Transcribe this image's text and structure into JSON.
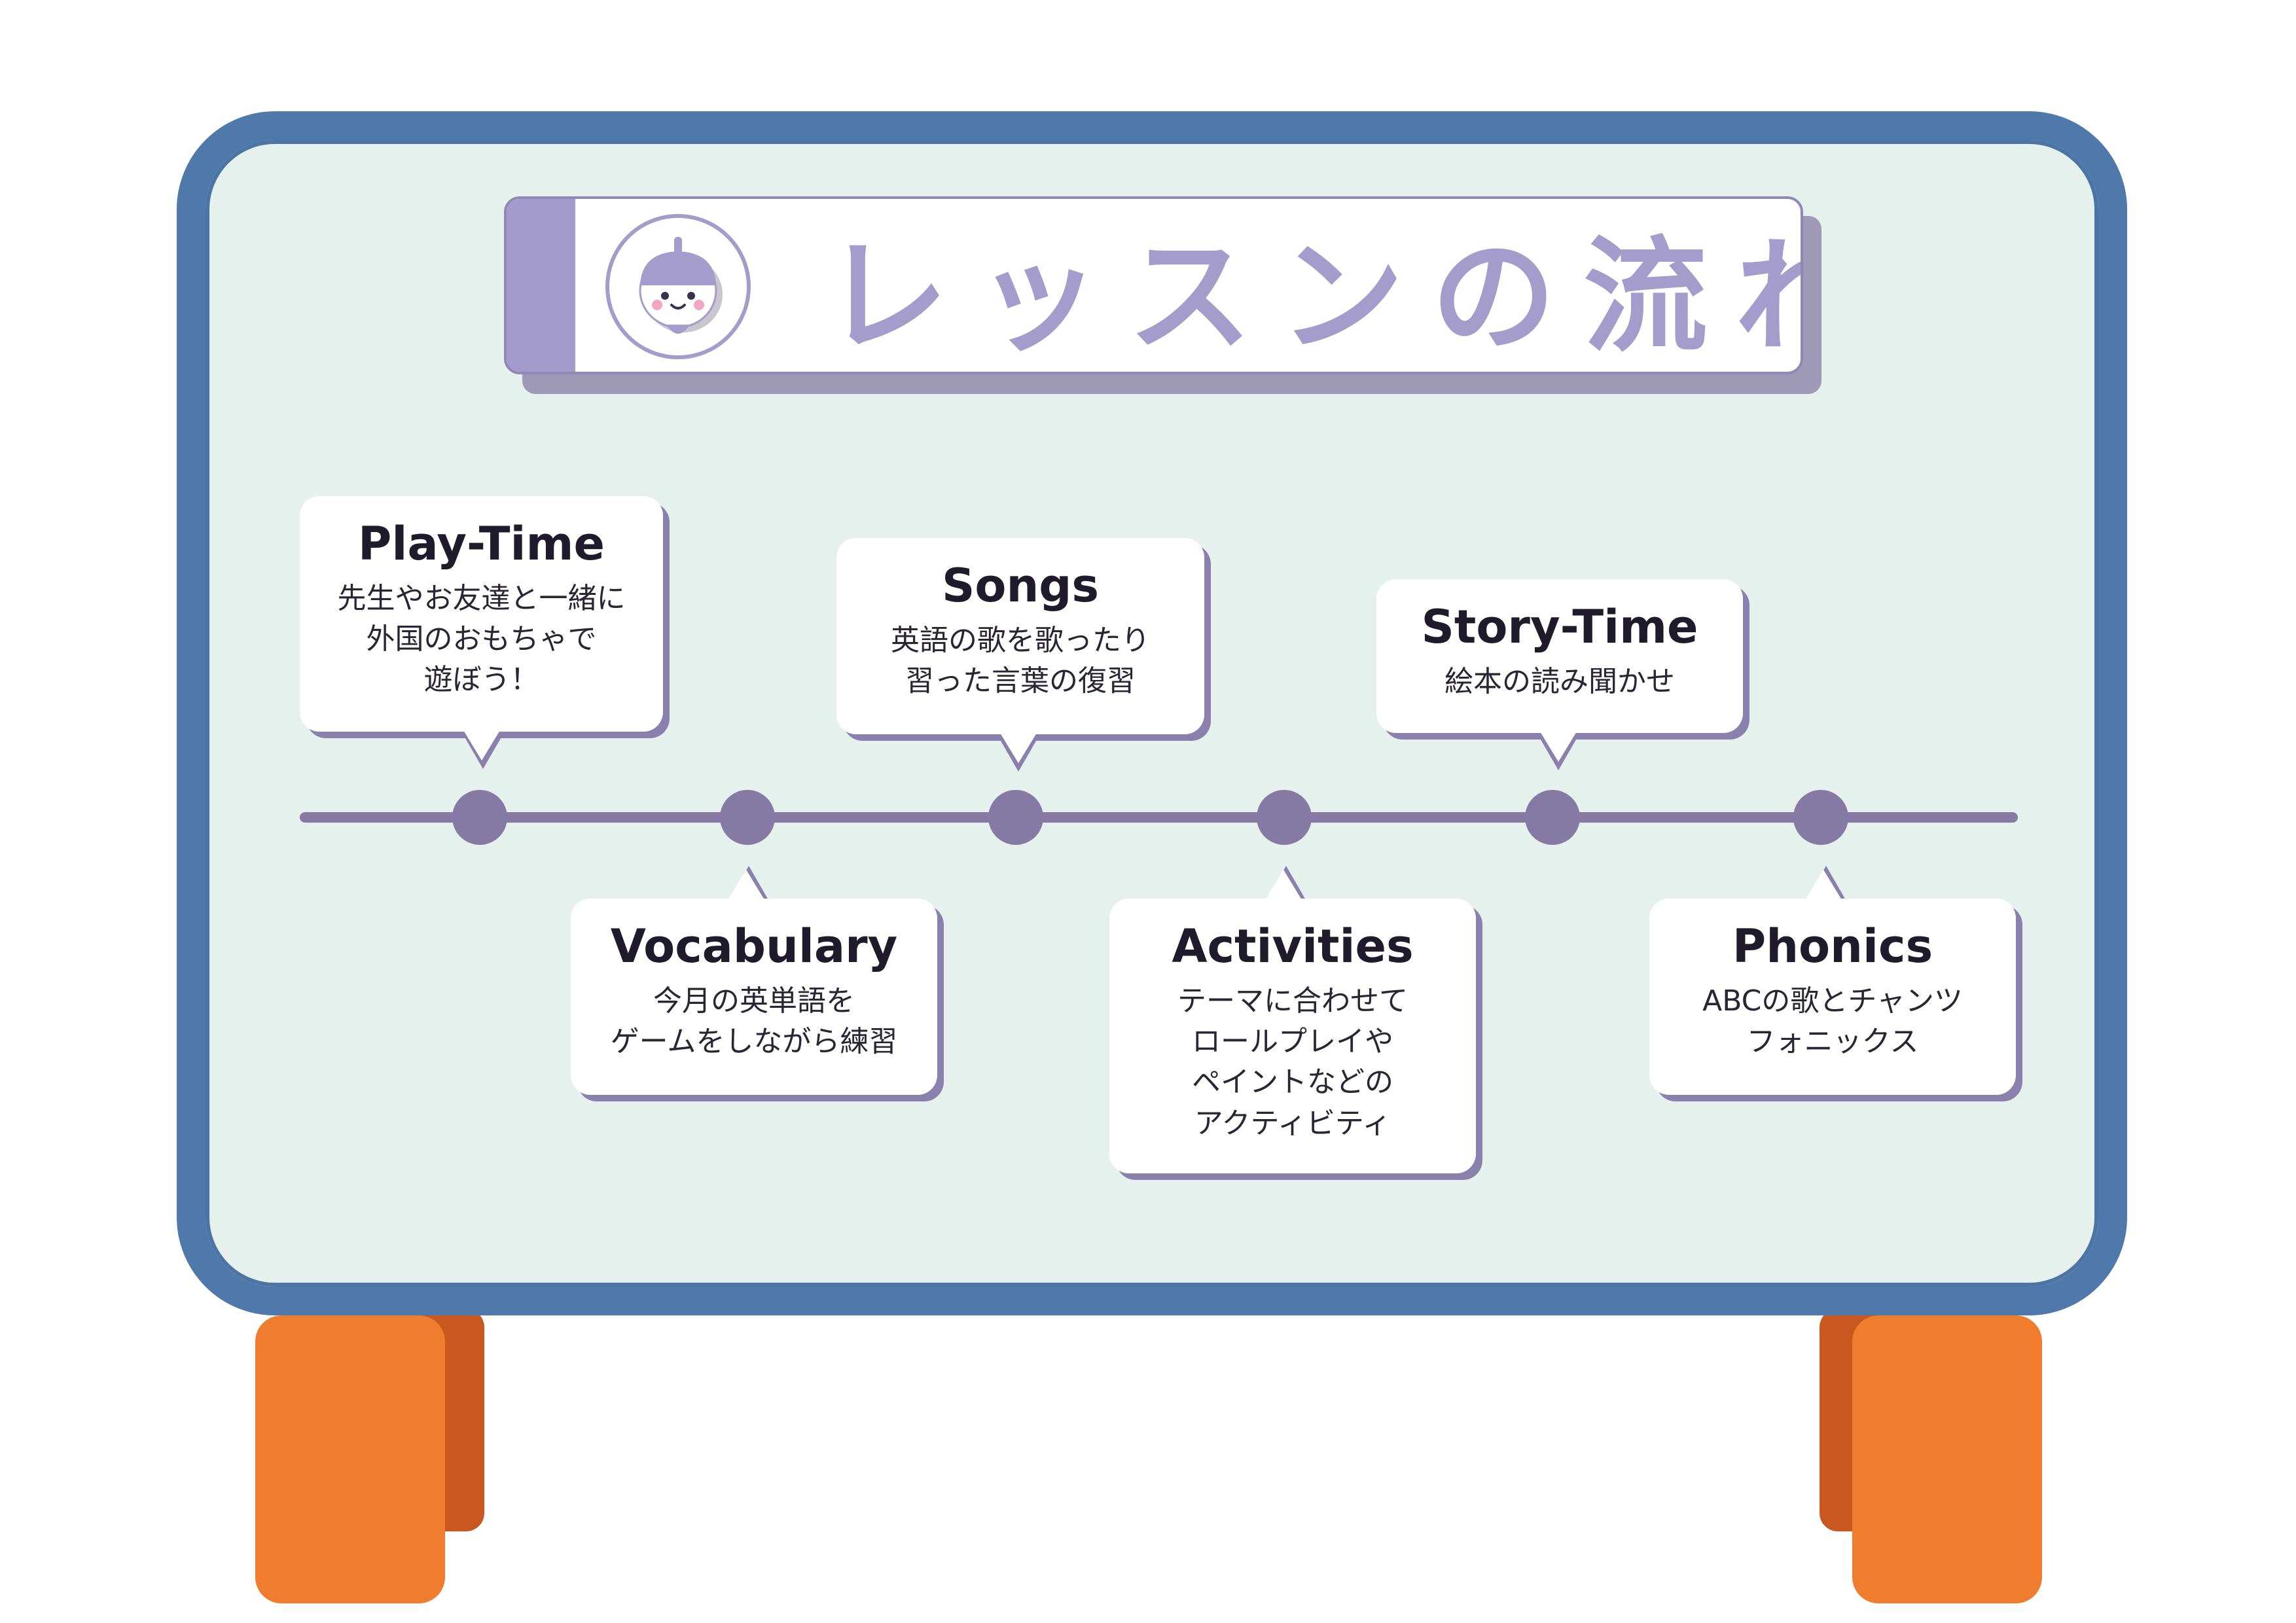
{
  "title": "レッスンの流れ",
  "mascot_icon": "acorn-character-icon",
  "colors": {
    "board_border": "#5079ab",
    "board_fill": "#e6f1ee",
    "accent_purple": "#a49ccb",
    "timeline": "#847aa4",
    "legs": "#ef7d2d"
  },
  "steps_top": [
    {
      "title": "Play-Time",
      "description": "先生やお友達と一緒に\n外国のおもちゃで\n遊ぼう！"
    },
    {
      "title": "Songs",
      "description": "英語の歌を歌ったり\n習った言葉の復習"
    },
    {
      "title": "Story-Time",
      "description": "絵本の読み聞かせ"
    }
  ],
  "steps_bottom": [
    {
      "title": "Vocabulary",
      "description": "今月の英単語を\nゲームをしながら練習"
    },
    {
      "title": "Activities",
      "description": "テーマに合わせて\nロールプレイや\nペイントなどの\nアクティビティ"
    },
    {
      "title": "Phonics",
      "description": "ABCの歌とチャンツ\nフォニックス"
    }
  ]
}
